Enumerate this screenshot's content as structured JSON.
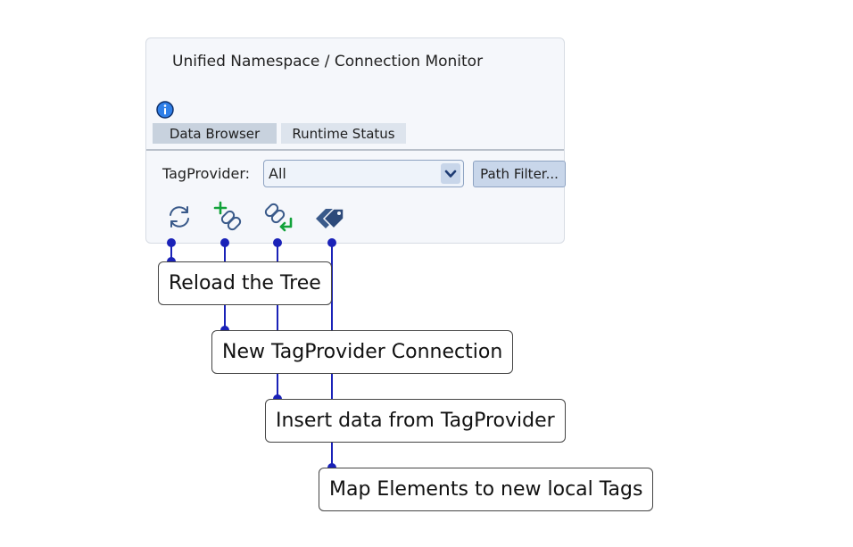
{
  "panel": {
    "title": "Unified Namespace / Connection Monitor",
    "tabs": [
      {
        "label": "Data Browser",
        "selected": true
      },
      {
        "label": "Runtime Status",
        "selected": false
      }
    ],
    "tag_provider": {
      "label": "TagProvider:",
      "selected_value": "All"
    },
    "path_filter_label": "Path Filter...",
    "toolbar": [
      {
        "icon": "reload-icon"
      },
      {
        "icon": "new-connection-icon"
      },
      {
        "icon": "insert-data-icon"
      },
      {
        "icon": "map-tags-icon"
      }
    ]
  },
  "callouts": [
    "Reload the Tree",
    "New TagProvider Connection",
    "Insert data from TagProvider",
    "Map Elements to new local Tags"
  ],
  "colors": {
    "connector": "#1a22b8",
    "icon_blue": "#3a5a8a",
    "icon_green": "#12a23a",
    "info_blue": "#2f7fe8"
  }
}
